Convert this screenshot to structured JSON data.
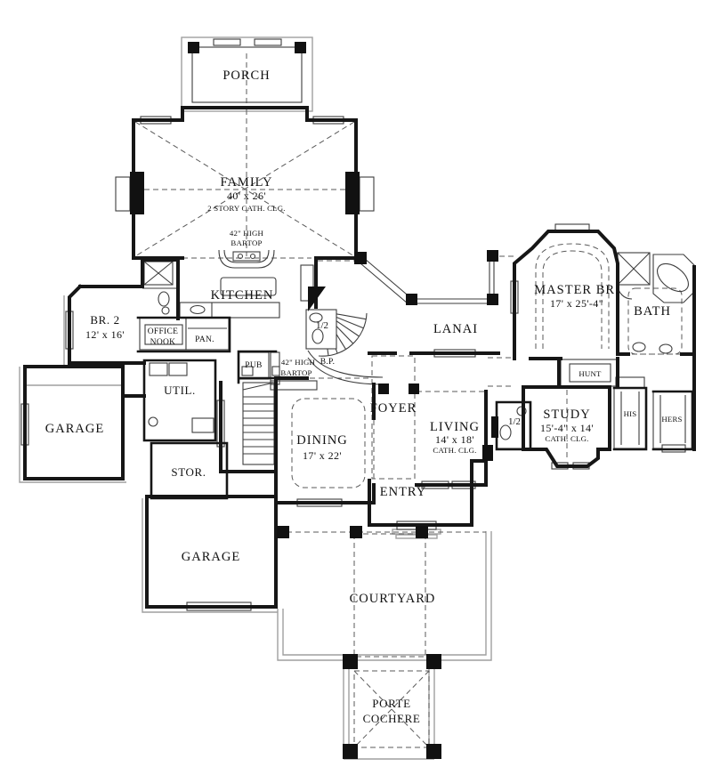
{
  "drawing": {
    "type": "residential first-floor plan",
    "wall_color": "#161616",
    "site_line_color": "#9f9f9f",
    "paper_color": "#ffffff"
  },
  "rooms": {
    "porch": {
      "label": "PORCH"
    },
    "family": {
      "label": "FAMILY",
      "dims": "40' x 26'",
      "note": "2 STORY CATH. CLG."
    },
    "bartop_family": {
      "line1": "42\" HIGH",
      "line2": "BARTOP"
    },
    "kitchen": {
      "label": "KITCHEN"
    },
    "br2": {
      "label": "BR. 2",
      "dims": "12' x 16'"
    },
    "office_nook": {
      "line1": "OFFICE",
      "line2": "NOOK"
    },
    "pantry": {
      "label": "PAN."
    },
    "util": {
      "label": "UTIL."
    },
    "garage_left": {
      "label": "GARAGE"
    },
    "stor": {
      "label": "STOR."
    },
    "garage_rear": {
      "label": "GARAGE"
    },
    "pub": {
      "label": "PUB"
    },
    "bartop_pub": {
      "line1": "42\" HIGH",
      "line2": "BARTOP"
    },
    "half_bath_main": {
      "label": "1/2"
    },
    "bp": {
      "label": "B.P."
    },
    "dining": {
      "label": "DINING",
      "dims": "17' x 22'"
    },
    "foyer": {
      "label": "FOYER"
    },
    "entry": {
      "label": "ENTRY"
    },
    "living": {
      "label": "LIVING",
      "dims": "14' x 18'",
      "note": "CATH. CLG."
    },
    "lanai": {
      "label": "LANAI"
    },
    "master": {
      "label": "MASTER BR.",
      "dims": "17' x 25'-4\""
    },
    "bath": {
      "label": "BATH"
    },
    "hunt": {
      "label": "HUNT"
    },
    "study": {
      "label": "STUDY",
      "dims": "15'-4\" x 14'",
      "note": "CATH. CLG."
    },
    "his": {
      "label": "HIS"
    },
    "hers": {
      "label": "HERS"
    },
    "half_bath_study": {
      "label": "1/2"
    },
    "courtyard": {
      "label": "COURTYARD"
    },
    "porte_cochere": {
      "line1": "PORTE",
      "line2": "COCHERE"
    }
  }
}
